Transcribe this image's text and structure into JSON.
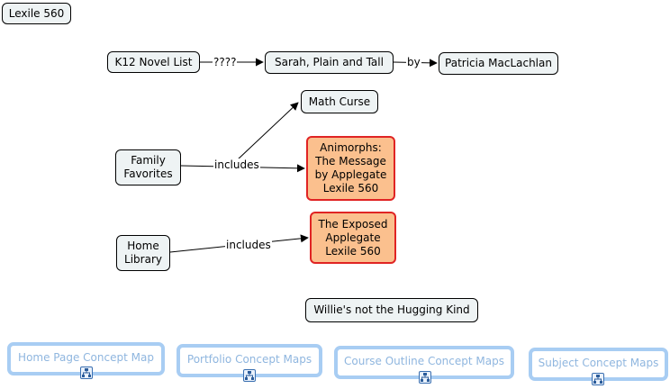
{
  "title_node": "Lexile 560",
  "nodes": {
    "k12": "K12 Novel List",
    "sarah": "Sarah, Plain and Tall",
    "patricia": "Patricia MacLachlan",
    "math": "Math Curse",
    "family": "Family\nFavorites",
    "animorphs": "Animorphs:\nThe Message\nby Applegate\nLexile 560",
    "home": "Home\nLibrary",
    "exposed": "The Exposed\nApplegate\nLexile 560",
    "willie": "Willie's not the Hugging Kind"
  },
  "links": {
    "k12_sarah": "????",
    "sarah_patricia": "by",
    "family_includes": "includes",
    "home_includes": "includes"
  },
  "nav": {
    "home_page": "Home Page Concept Map",
    "portfolio": "Portfolio Concept Maps",
    "course_outline": "Course Outline Concept Maps",
    "subject": "Subject Concept Maps"
  },
  "colors": {
    "highlight_fill": "#fbc08e",
    "highlight_border": "#e02424",
    "node_fill": "#eef3f4",
    "nav_border": "#a8cdf3"
  }
}
